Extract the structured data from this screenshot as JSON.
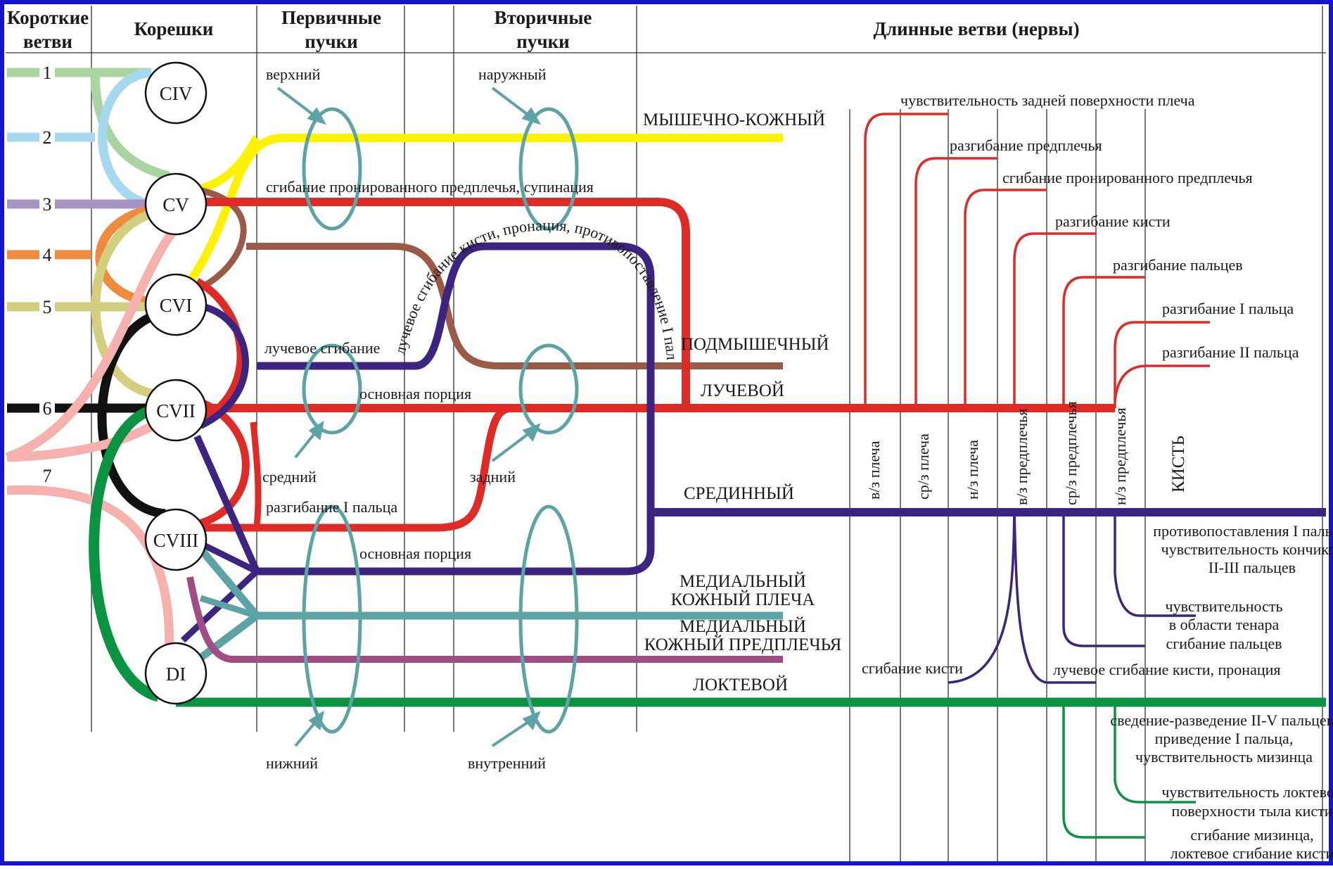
{
  "headers": {
    "short_branches_1": "Короткие",
    "short_branches_2": "ветви",
    "roots": "Корешки",
    "primary_1": "Первичные",
    "primary_2": "пучки",
    "secondary_1": "Вторичные",
    "secondary_2": "пучки",
    "long_branches": "Длинные ветви (нервы)"
  },
  "short_branches": [
    {
      "label": "1",
      "color": "#a8d5a0"
    },
    {
      "label": "2",
      "color": "#a6d8f0"
    },
    {
      "label": "3",
      "color": "#a593c4"
    },
    {
      "label": "4",
      "color": "#f08a3c"
    },
    {
      "label": "5",
      "color": "#d4cf7e"
    },
    {
      "label": "6",
      "color": "#111111"
    },
    {
      "label": "7",
      "color": "#f6b0ad"
    }
  ],
  "roots": [
    "CIV",
    "CV",
    "CVI",
    "CVII",
    "CVIII",
    "DI"
  ],
  "trunk_labels": {
    "upper": "верхний",
    "middle": "средний",
    "lower": "нижний",
    "lateral": "наружный",
    "posterior": "задний",
    "medial": "внутренний"
  },
  "portion_labels": {
    "main_1": "основная порция",
    "main_2": "основная порция"
  },
  "function_labels": {
    "flexion_supination": "сгибание пронированного предплечья, супинация",
    "wrist_curve": "лучевое сгибание кисти, пронация, противопоставление I пальца",
    "radial_flexion": "лучевое сгибание",
    "thumb_extension": "разгибание I пальца"
  },
  "nerves": {
    "musculocutaneous": "МЫШЕЧНО-КОЖНЫЙ",
    "axillary": "ПОДМЫШЕЧНЫЙ",
    "radial": "ЛУЧЕВОЙ",
    "median": "СРЕДИННЫЙ",
    "med_cut_arm_1": "МЕДИАЛЬНЫЙ",
    "med_cut_arm_2": "КОЖНЫЙ ПЛЕЧА",
    "med_cut_forearm_1": "МЕДИАЛЬНЫЙ",
    "med_cut_forearm_2": "КОЖНЫЙ ПРЕДПЛЕЧЬЯ",
    "ulnar": "ЛОКТЕВОЙ"
  },
  "segments": [
    "в/з плеча",
    "ср/з плеча",
    "н/з плеча",
    "в/з предплечья",
    "ср/з предплечья",
    "н/з предплечья",
    "КИСТЬ"
  ],
  "radial_branches": [
    "чувствительность задней поверхности плеча",
    "разгибание предплечья",
    "сгибание пронированного предплечья",
    "разгибание кисти",
    "разгибание пальцев",
    "разгибание I пальца",
    "разгибание II пальца"
  ],
  "median_branches": {
    "opposition_1": "противопоставления I пальца,",
    "opposition_2": "чувствительность кончиков",
    "opposition_3": "II-III пальцев",
    "thenar_1": "чувствительность",
    "thenar_2": "в области тенара",
    "finger_flexion": "сгибание пальцев",
    "wrist_flexion": "сгибание кисти",
    "radial_flexion": "лучевое сгибание кисти, пронация"
  },
  "ulnar_branches": {
    "b1_1": "сведение-разведение II-V пальцев,",
    "b1_2": "приведение I пальца,",
    "b1_3": "чувствительность мизинца",
    "b2_1": "чувствительность локтевой",
    "b2_2": "поверхности тыла кисти",
    "b3_1": "сгибание мизинца,",
    "b3_2": "локтевое сгибание кисти"
  },
  "colors": {
    "frame": "#1414d2",
    "musculocutaneous": "#fff200",
    "axillary": "#9b5a48",
    "radial": "#e02a26",
    "median": "#3c2480",
    "med_cutaneous_arm": "#5ba3a5",
    "med_cutaneous_forearm": "#a04c85",
    "ulnar": "#0a9441",
    "trunk_ring": "#5ba3a5"
  }
}
